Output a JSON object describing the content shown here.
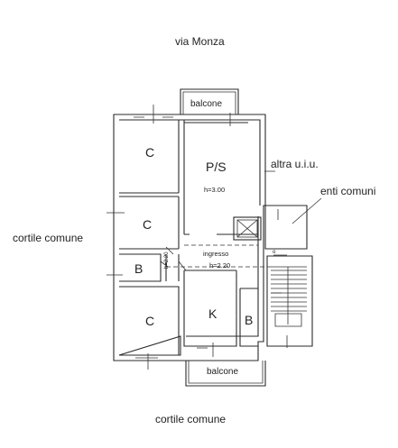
{
  "labels": {
    "street_top": "via Monza",
    "balcony_top": "balcone",
    "balcony_bottom": "balcone",
    "room_ps": "P/S",
    "room_ps_height": "h=3.00",
    "room_c_top": "C",
    "room_c_mid": "C",
    "room_c_bottom": "C",
    "room_b_left": "B",
    "room_b_right": "B",
    "room_k": "K",
    "ingresso": "ingresso",
    "ingresso_height": "h=2.20",
    "height_vertical": "h=2.20",
    "other_unit": "altra u.i.u.",
    "common_areas": "enti comuni",
    "courtyard_left": "cortile comune",
    "courtyard_bottom": "cortile comune",
    "point_o": "o"
  }
}
